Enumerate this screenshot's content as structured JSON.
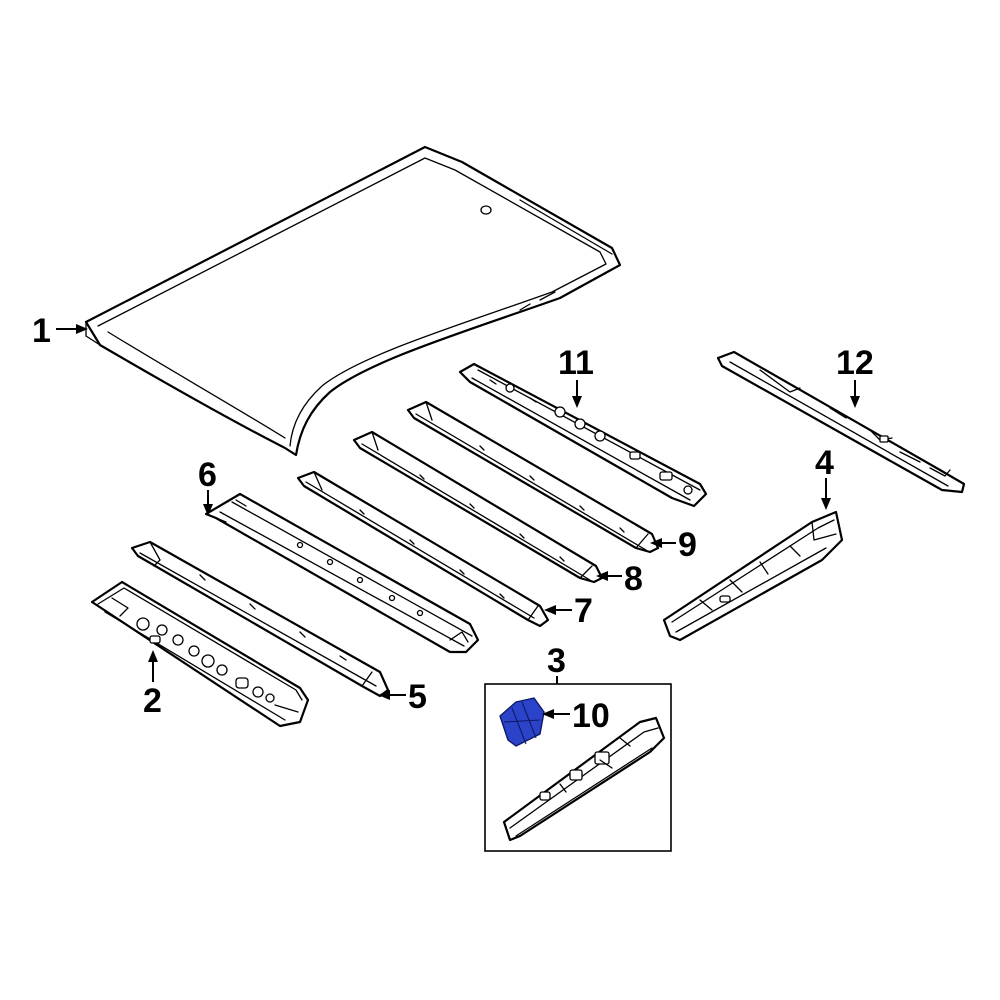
{
  "callouts": {
    "c1": "1",
    "c2": "2",
    "c3": "3",
    "c4": "4",
    "c5": "5",
    "c6": "6",
    "c7": "7",
    "c8": "8",
    "c9": "9",
    "c10": "10",
    "c11": "11",
    "c12": "12"
  },
  "highlight": {
    "part": "10",
    "color": "#2b43c9"
  },
  "colors": {
    "line": "#000000",
    "background": "#ffffff"
  }
}
